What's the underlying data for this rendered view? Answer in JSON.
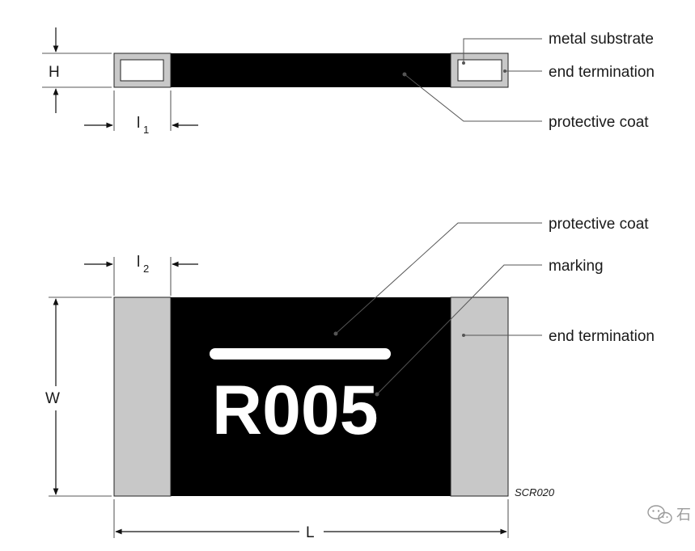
{
  "colors": {
    "protective_coat": "#000000",
    "end_termination": "#c8c8c8",
    "metal_substrate": "#ffffff",
    "outline": "#222222"
  },
  "side_view": {
    "dim_height": "H",
    "dim_length_1": "l",
    "dim_length_1_sub": "1",
    "labels": {
      "metal_substrate": "metal substrate",
      "end_termination": "end termination",
      "protective_coat": "protective coat"
    }
  },
  "top_view": {
    "dim_width": "W",
    "dim_length": "L",
    "dim_length_2": "l",
    "dim_length_2_sub": "2",
    "marking_text": "R005",
    "drawing_code": "SCR020",
    "labels": {
      "protective_coat": "protective coat",
      "marking": "marking",
      "end_termination": "end termination"
    }
  },
  "watermark": {
    "icon": "wechat-icon",
    "text": "石"
  }
}
